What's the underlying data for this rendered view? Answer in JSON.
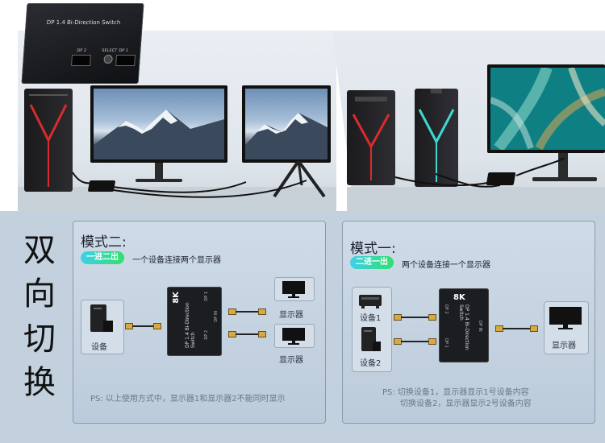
{
  "side_title": [
    "双",
    "向",
    "切",
    "换"
  ],
  "device_text": {
    "model": "DP 1.4 Bi-Direction Switch",
    "badge": "8K",
    "port_a": "DP 2",
    "port_b": "DP 1",
    "port_c": "DP IN",
    "select": "SELECT"
  },
  "mode2": {
    "title": "模式二:",
    "pill": "一进二出",
    "desc": "一个设备连接两个显示器",
    "device_label": "设备",
    "monitor1_label": "显示器",
    "monitor2_label": "显示器",
    "ps": "PS: 以上使用方式中，显示器1和显示器2不能同时显示"
  },
  "mode1": {
    "title": "模式一:",
    "pill": "二进一出",
    "desc": "两个设备连接一个显示器",
    "device1_label": "设备1",
    "device2_label": "设备2",
    "monitor_label": "显示器",
    "ps_line1": "PS: 切换设备1，显示器显示1号设备内容",
    "ps_line2": "切换设备2，显示器显示2号设备内容"
  },
  "colors": {
    "panel_bg": "#c3d1df",
    "pill_gradient_start": "#3fd0ea",
    "pill_gradient_end": "#2fe06c",
    "pc_accent_red": "#d92b2b",
    "pc_accent_teal": "#3fd8d0"
  }
}
